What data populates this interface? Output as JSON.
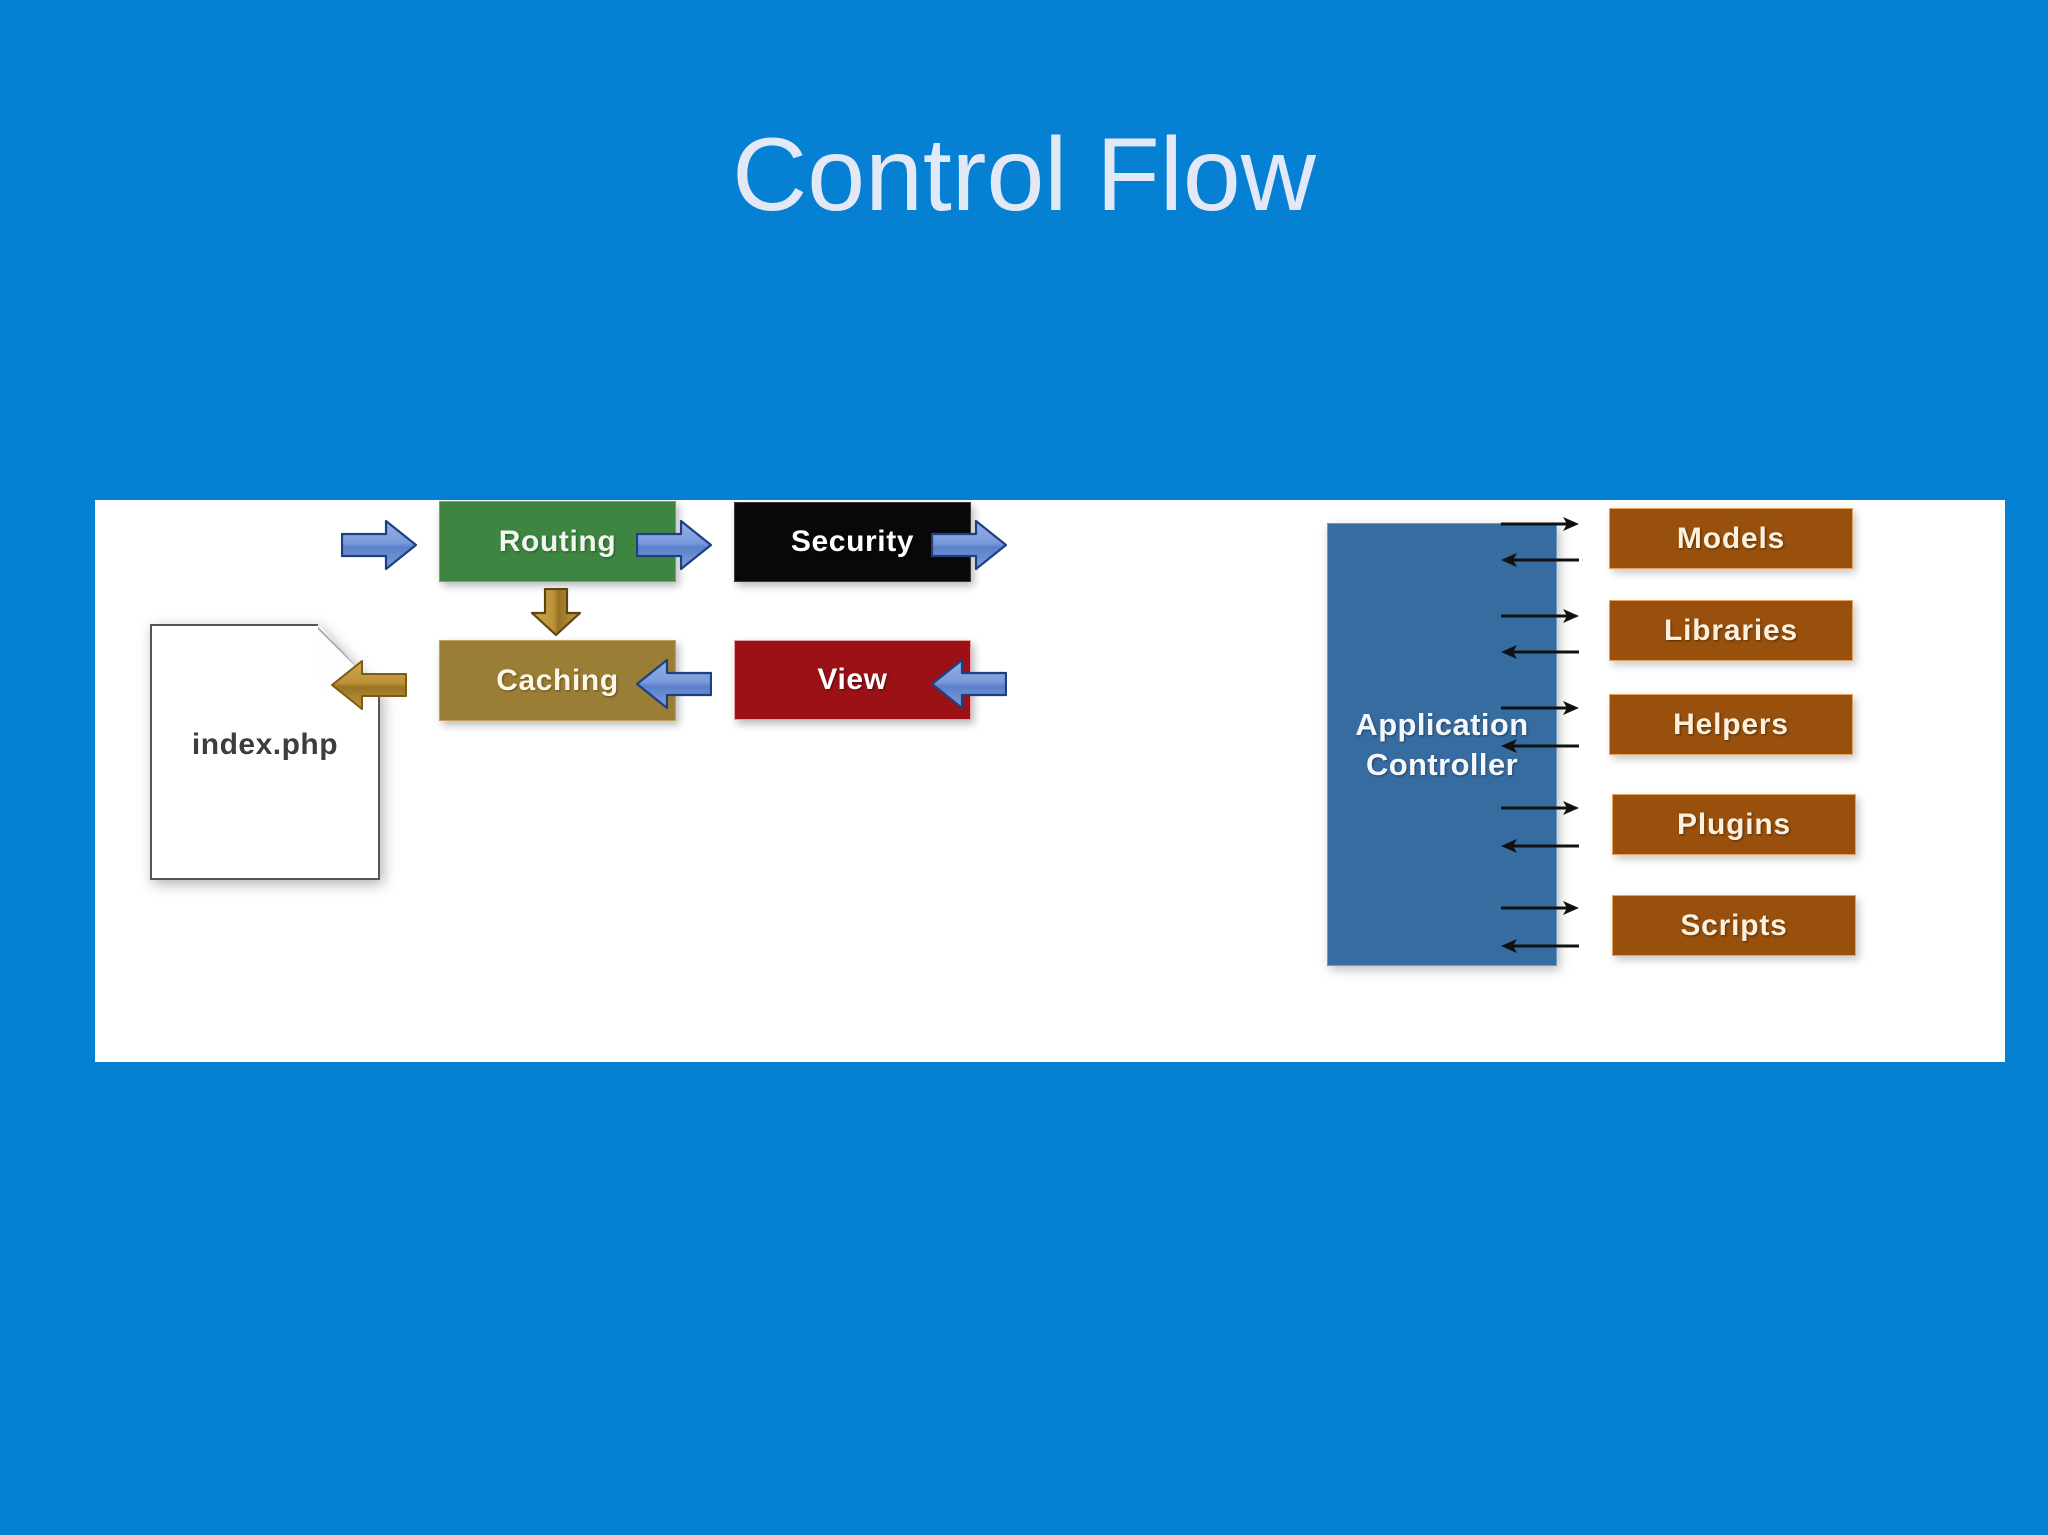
{
  "slide": {
    "title": "Control Flow",
    "background_color": "#0680d3",
    "title_color": "#e2e8f5",
    "panel_color": "#ffffff"
  },
  "diagram": {
    "entry": {
      "label": "index.php",
      "shape": "document",
      "fill": "#ffffff",
      "stroke": "#555555"
    },
    "process_boxes": [
      {
        "id": "routing",
        "label": "Routing",
        "fill": "#3d8540",
        "text": "#f2f6f0"
      },
      {
        "id": "security",
        "label": "Security",
        "fill": "#080809",
        "text": "#ffffff"
      },
      {
        "id": "caching",
        "label": "Caching",
        "fill": "#9a7e35",
        "text": "#fdf5e6"
      },
      {
        "id": "view",
        "label": "View",
        "fill": "#9c1115",
        "text": "#ffffff"
      }
    ],
    "controller": {
      "label": "Application\nController",
      "line1": "Application",
      "line2": "Controller",
      "fill": "#376ca1",
      "text": "#f4f8fc"
    },
    "resources": [
      {
        "id": "models",
        "label": "Models",
        "fill": "#98500c",
        "text": "#fdf0dc"
      },
      {
        "id": "libraries",
        "label": "Libraries",
        "fill": "#98500c",
        "text": "#fdf0dc"
      },
      {
        "id": "helpers",
        "label": "Helpers",
        "fill": "#98500c",
        "text": "#fdf0dc"
      },
      {
        "id": "plugins",
        "label": "Plugins",
        "fill": "#98500c",
        "text": "#fdf0dc"
      },
      {
        "id": "scripts",
        "label": "Scripts",
        "fill": "#98500c",
        "text": "#fdf0dc"
      }
    ],
    "flow_arrows": [
      {
        "id": "index-to-routing",
        "from": "index.php",
        "to": "Routing",
        "style": "block-3d",
        "color": "#6b8fd4",
        "direction": "right"
      },
      {
        "id": "routing-to-security",
        "from": "Routing",
        "to": "Security",
        "style": "block-3d",
        "color": "#6b8fd4",
        "direction": "right"
      },
      {
        "id": "security-to-app",
        "from": "Security",
        "to": "Application Controller",
        "style": "block-3d",
        "color": "#6b8fd4",
        "direction": "right"
      },
      {
        "id": "app-to-view",
        "from": "Application Controller",
        "to": "View",
        "style": "block-3d",
        "color": "#6b8fd4",
        "direction": "left"
      },
      {
        "id": "view-to-caching",
        "from": "View",
        "to": "Caching",
        "style": "block-3d",
        "color": "#6b8fd4",
        "direction": "left"
      },
      {
        "id": "caching-to-index",
        "from": "Caching",
        "to": "index.php",
        "style": "block-3d",
        "color": "#a8812c",
        "direction": "left"
      },
      {
        "id": "routing-to-caching",
        "from": "Routing",
        "to": "Caching",
        "style": "block-3d",
        "color": "#a8812c",
        "direction": "down"
      }
    ],
    "resource_arrow_color": "#111111",
    "resource_arrow_note": "each resource box is linked to the Application Controller by a pair of thin arrows: one pointing right (out) and one pointing left (in)"
  }
}
